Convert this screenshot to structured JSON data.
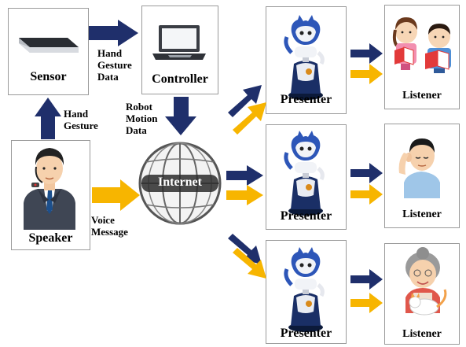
{
  "nodes": {
    "sensor": "Sensor",
    "controller": "Controller",
    "speaker": "Speaker",
    "internet": "Internet",
    "presenter_1": "Presenter",
    "presenter_2": "Presenter",
    "presenter_3": "Presenter",
    "listener_1": "Listener",
    "listener_2": "Listener",
    "listener_3": "Listener"
  },
  "edge_labels": {
    "hand_gesture_data": "Hand\nGesture\nData",
    "hand_gesture": "Hand\nGesture",
    "robot_motion_data": "Robot\nMotion\nData",
    "voice_message": "Voice\nMessage"
  },
  "colors": {
    "data_arrow": "#1f2f6b",
    "voice_arrow": "#f7b500",
    "box_border": "#9a9a9a"
  },
  "icons": {
    "sensor": "motion-sensor-icon",
    "controller": "laptop-icon",
    "speaker": "businessman-headset-icon",
    "internet": "globe-icon",
    "presenter": "robot-icon",
    "listener_1": "children-reading-icon",
    "listener_2": "man-listening-icon",
    "listener_3": "grandmother-cat-icon"
  }
}
